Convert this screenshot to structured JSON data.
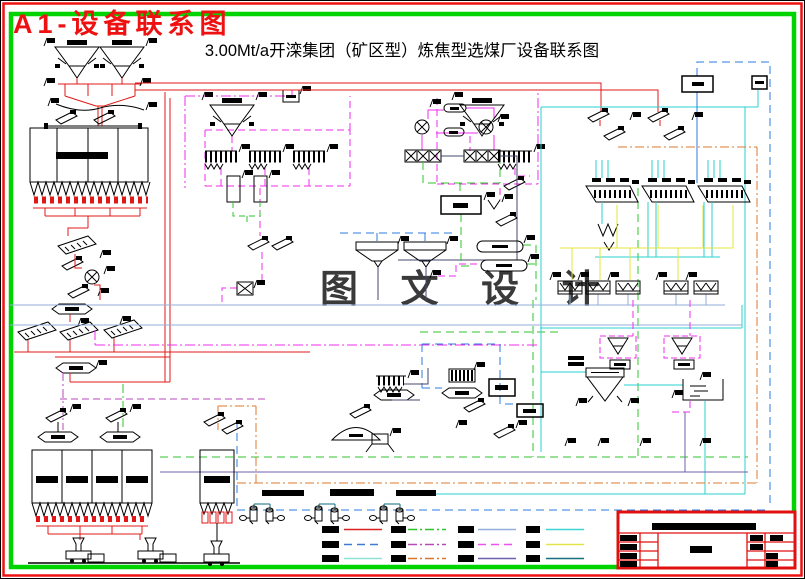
{
  "header": {
    "doc_tag": "A1-设备联系图",
    "main_title": "3.00Mt/a开滦集团（矿区型）炼焦型选煤厂设备联系图"
  },
  "watermark": {
    "text": "图 文 设 计"
  },
  "frame": {
    "outer_border_color": "#000000",
    "red_border_color": "#ee1111",
    "green_border_color": "#00d400"
  },
  "line_colors": {
    "red": "#e01818",
    "magenta": "#f22ef2",
    "green": "#2fc42f",
    "cyan": "#2ad2d2",
    "light_blue": "#93aed9",
    "blue": "#2d7be0",
    "yellow": "#e6e63a",
    "orange": "#dd7a2e",
    "dark_purple": "#6f5fae",
    "purple": "#b84ab8",
    "dark_teal": "#16707f",
    "slate": "#44486e"
  },
  "legend": {
    "entries": [
      {
        "color": "#dd2020",
        "style": "solid"
      },
      {
        "color": "#3d7bd0",
        "style": "dashed"
      },
      {
        "color": "#8fe3d4",
        "style": "solid"
      },
      {
        "color": "#2fc42f",
        "style": "dashdot"
      },
      {
        "color": "#b84ab8",
        "style": "dashdot"
      },
      {
        "color": "#d9762e",
        "style": "dashdot"
      },
      {
        "color": "#93aed9",
        "style": "solid"
      },
      {
        "color": "#ee52ee",
        "style": "dashed"
      },
      {
        "color": "#6f5fae",
        "style": "solid"
      },
      {
        "color": "#3cd4d4",
        "style": "solid"
      },
      {
        "color": "#e4e44a",
        "style": "solid"
      },
      {
        "color": "#16707f",
        "style": "solid"
      }
    ]
  }
}
